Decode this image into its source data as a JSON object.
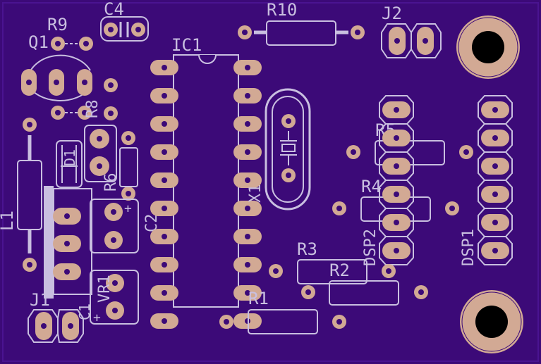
{
  "colors": {
    "board": "#3c0a78",
    "board_edge": "#4a1490",
    "pad": "#d2a994",
    "pad_hole": "#3c0a78",
    "silk": "#c9bfe0",
    "via_hole": "#000000"
  },
  "labels": {
    "c4": "C4",
    "r9": "R9",
    "q1": "Q1",
    "r10": "R10",
    "j2": "J2",
    "ic1": "IC1",
    "r8": "R8",
    "d1": "D1",
    "r6": "R6",
    "r5": "R5",
    "r4": "R4",
    "c2": "C2",
    "x1": "X1",
    "l1": "L1",
    "dsp2": "DSP2",
    "dsp1": "DSP1",
    "r3": "R3",
    "r2": "R2",
    "vr1": "VR1",
    "r1": "R1",
    "j1": "J1",
    "c1": "C1",
    "plus_c2": "+",
    "plus_c1": "+"
  }
}
